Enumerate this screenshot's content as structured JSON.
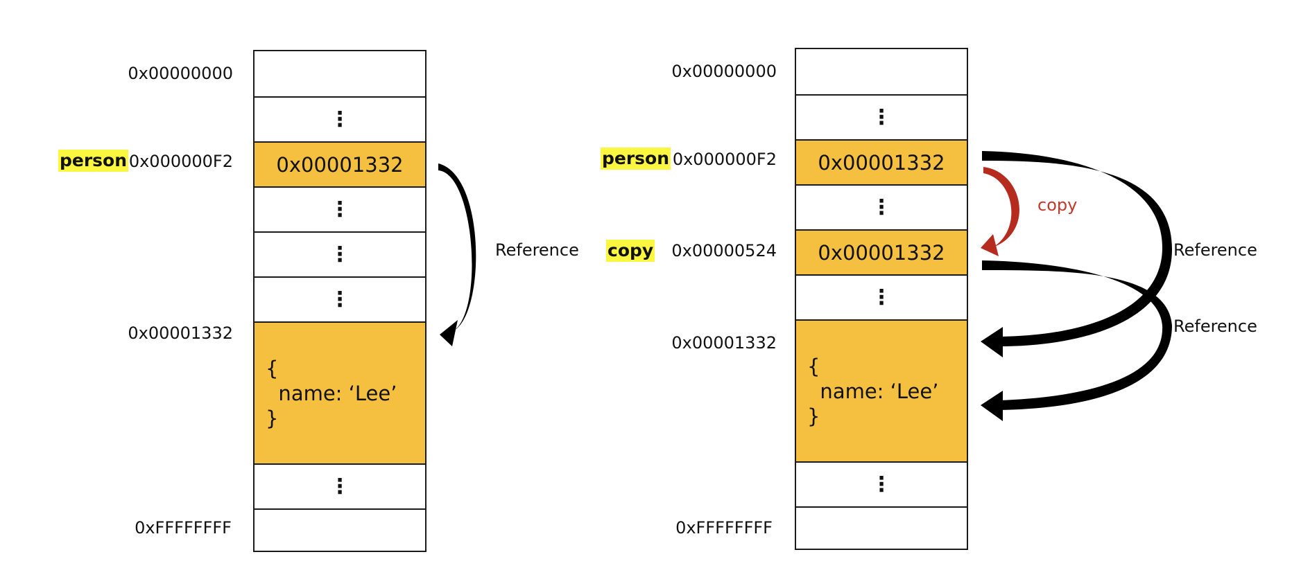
{
  "left": {
    "addresses": [
      "0x00000000",
      "0x000000F2",
      "0x00001332",
      "0xFFFFFFFF"
    ],
    "variable": "person",
    "cells": [
      "",
      "⋮",
      "0x00001332",
      "⋮",
      "⋮",
      "⋮",
      "{\n  name: ‘Lee’\n}",
      "⋮",
      ""
    ],
    "reference_label": "Reference"
  },
  "right": {
    "addresses": [
      "0x00000000",
      "0x000000F2",
      "0x00000524",
      "0x00001332",
      "0xFFFFFFFF"
    ],
    "variables": [
      "person",
      "copy"
    ],
    "cells": [
      "",
      "⋮",
      "0x00001332",
      "⋮",
      "0x00001332",
      "⋮",
      "{\n  name: ‘Lee’\n}",
      "⋮",
      ""
    ],
    "copy_label": "copy",
    "reference_labels": [
      "Reference",
      "Reference"
    ]
  },
  "colors": {
    "cell_highlight": "#f5c040",
    "variable_highlight": "#fbf740",
    "copy_arrow": "#b52b1e",
    "reference_arrow": "#000000"
  }
}
